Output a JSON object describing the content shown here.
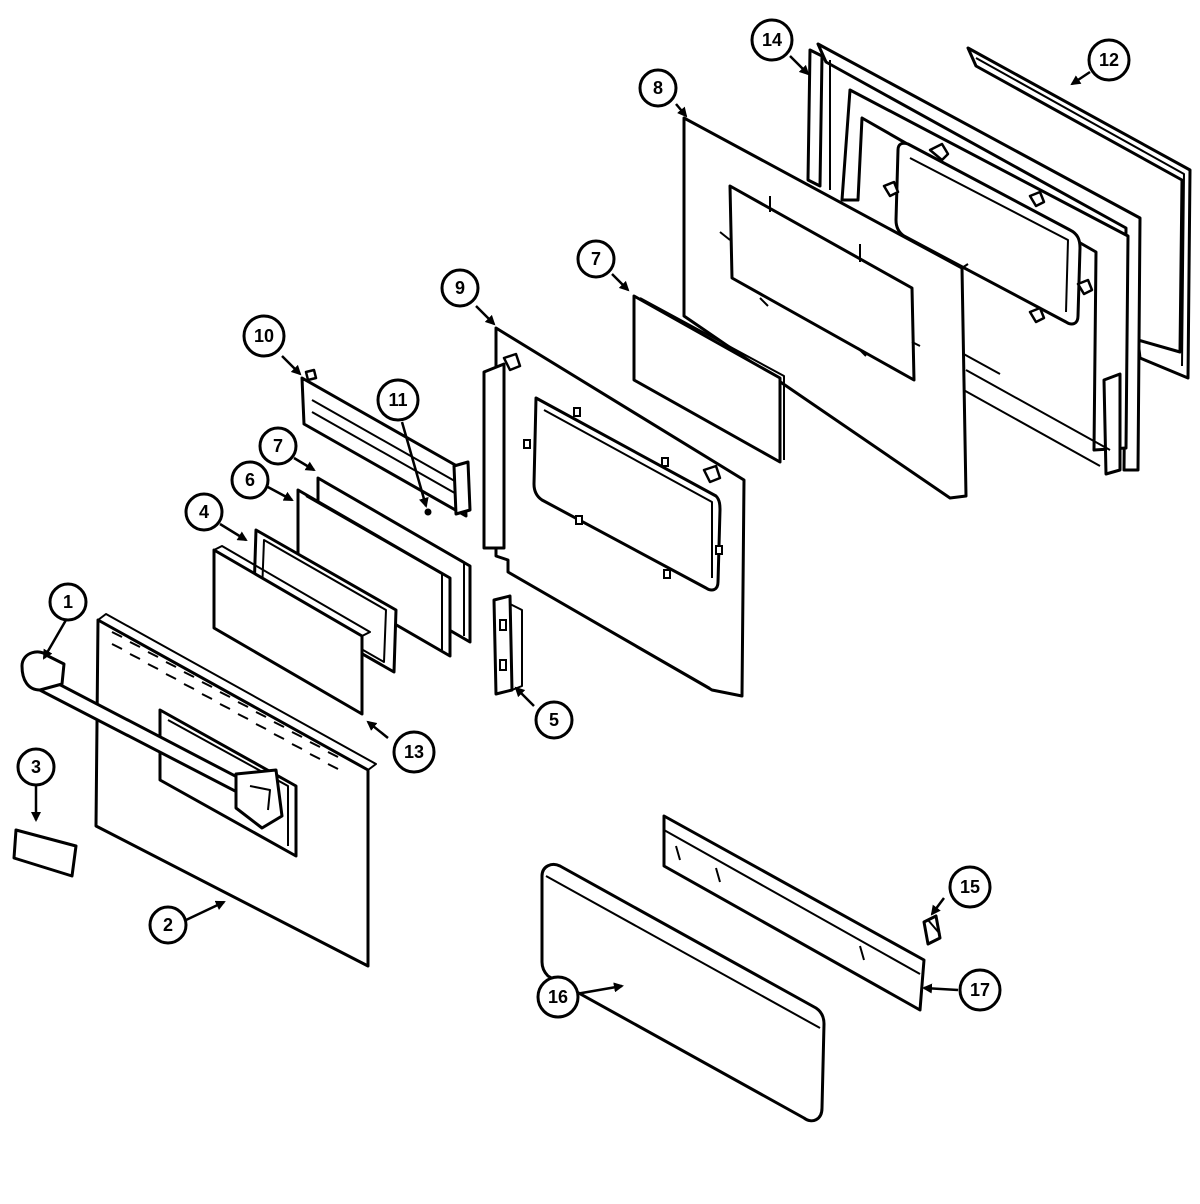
{
  "callouts": {
    "c1": "1",
    "c2": "2",
    "c3": "3",
    "c4": "4",
    "c5": "5",
    "c6": "6",
    "c7a": "7",
    "c7b": "7",
    "c8": "8",
    "c9": "9",
    "c10": "10",
    "c11": "11",
    "c12": "12",
    "c13": "13",
    "c14": "14",
    "c15": "15",
    "c16": "16",
    "c17": "17"
  }
}
